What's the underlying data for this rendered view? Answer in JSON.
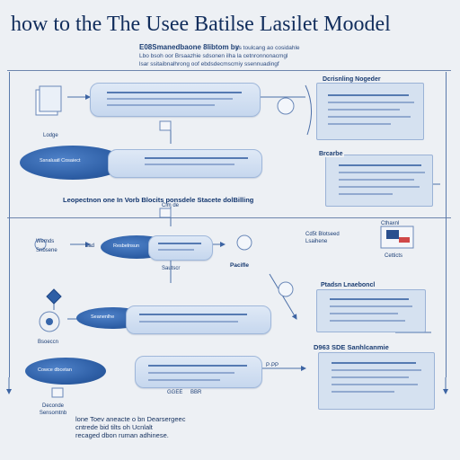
{
  "title": "how to the The Usee Batilse Lasilet Moodel",
  "subtitle": {
    "heading": "E08Smanedbaone 8libtom by",
    "lines": [
      "ns toulcang ao cosidahle",
      "Lbo bsoh oor Brsaazhie sdsonen ilha la cetnronnonacmgl",
      "lsar ssitaibnalhrong oof ebdsdecmscmiy ssennuadingf"
    ]
  },
  "labels": {
    "top_right_panel": "Dcrisnling Nogeder",
    "mid_right_panel": "Brcarbe",
    "middle_banner": "Leopectnon one In Vorb Blocits ponsdele Stacete dolBilling",
    "middle_banner_small": "Clm de",
    "left_cloud_1_top": "Lodge",
    "left_cloud_1": "Ssnaluatl Cosaiect",
    "left_cloud_2": "Resbelnsun",
    "left_cloud_3": "Seanenlhe",
    "left_cloud_4": "Cowce dbcetan",
    "left_small_1": "Wemds",
    "left_small_2": "Snbsene",
    "left_mid_arrow_label": "Lad",
    "center_small": "Sautscr",
    "pacifle": "Pacifle",
    "right_icon_label": "Cetticts",
    "right_icon_heading": "Cthaxnl",
    "mid_right_label": "Cd5t Blotseed",
    "mid_right_label_2": "Lsaihene",
    "lower_right_panel": "Ptadsn Lnaeboncl",
    "bottom_right_panel": "D963 SDE Sanhlcanmie",
    "left_bottom_label": "Bsoeccn",
    "bottom_left_box": "Deconde Sensomtnb",
    "pp_label": "P·PP",
    "ggee": "GGEE",
    "bbr": "BBR"
  },
  "footer": {
    "lines": [
      "lone Toev aneacte o bn Dearsergeec",
      "cntrede bid tilts oh Ucnlalt",
      "recaged dbon ruman adhinese."
    ]
  },
  "colors": {
    "background": "#edf0f4",
    "cloud": "#2e5fa6",
    "bubble": "#c6d7ee",
    "panel": "#d5e1f0",
    "text_dark": "#112d5c"
  }
}
